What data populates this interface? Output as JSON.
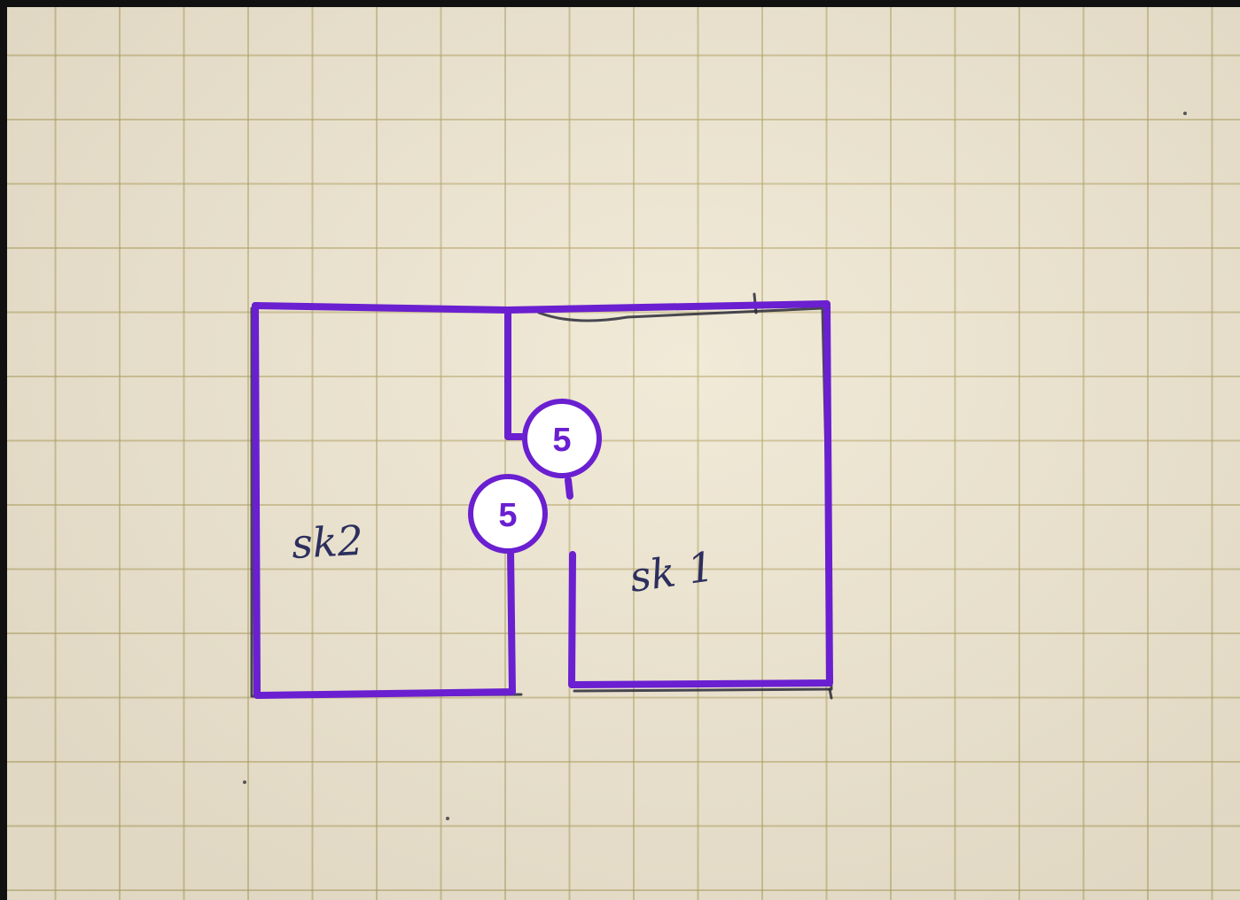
{
  "diagram": {
    "rooms": [
      {
        "id": "room-sk2",
        "label": "sk2"
      },
      {
        "id": "room-sk1",
        "label": "sk 1"
      }
    ],
    "markers": [
      {
        "id": "door-marker-upper",
        "value": "5"
      },
      {
        "id": "door-marker-lower",
        "value": "5"
      }
    ],
    "colors": {
      "wall": "#6a1fd0",
      "paper": "#efe7d2",
      "grid": "#afa05f",
      "handwriting": "#2c2f5e"
    }
  }
}
